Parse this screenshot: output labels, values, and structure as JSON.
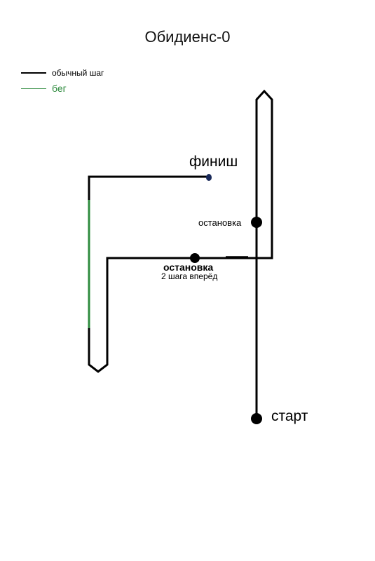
{
  "title": "Обидиенс-0",
  "legend": [
    {
      "label": "обычный шаг",
      "color": "#000000",
      "icon": "line-black"
    },
    {
      "label": "бег",
      "color": "#2e8b3e",
      "icon": "line-green"
    }
  ],
  "labels": {
    "finish": "финиш",
    "start": "старт",
    "stop_1": "остановка",
    "stop_2": "остановка",
    "stop_2_note": "2 шага вперёд"
  },
  "colors": {
    "walk": "#000000",
    "run": "#2e8b3e",
    "finish_dot": "#1a2a5a"
  }
}
